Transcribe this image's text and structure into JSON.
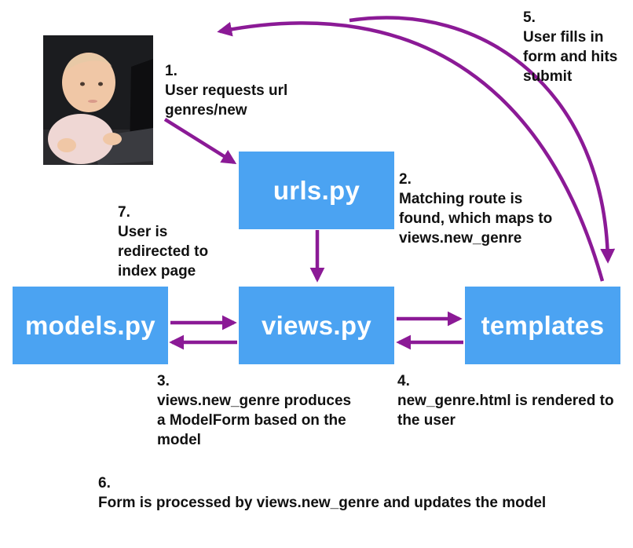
{
  "boxes": {
    "urls": "urls.py",
    "views": "views.py",
    "models": "models.py",
    "templates": "templates"
  },
  "steps": [
    {
      "num": "1.",
      "text": "User requests url genres/new"
    },
    {
      "num": "2.",
      "text": "Matching route is found, which maps to views.new_genre"
    },
    {
      "num": "3.",
      "text": "views.new_genre produces a ModelForm based on the model"
    },
    {
      "num": "4.",
      "text": "new_genre.html is rendered to the user"
    },
    {
      "num": "5.",
      "text": "User fills in form and hits submit"
    },
    {
      "num": "6.",
      "text": "Form is processed by views.new_genre and updates the model"
    },
    {
      "num": "7.",
      "text": "User is redirected to index page"
    }
  ],
  "photo": {
    "subject": "baby at laptop"
  },
  "colors": {
    "box": "#4ba3f2",
    "arrow": "#8b1a96",
    "text": "#111111"
  }
}
